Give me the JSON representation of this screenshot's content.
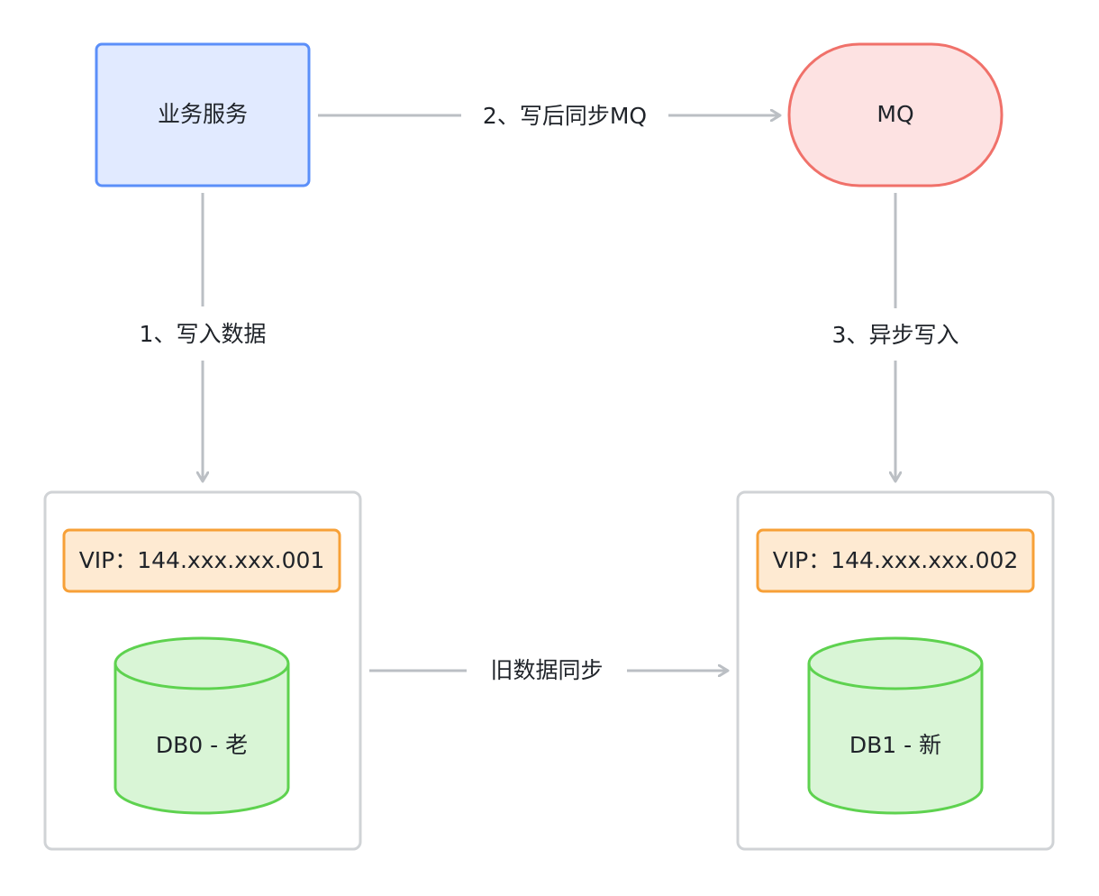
{
  "nodes": {
    "service": {
      "label": "业务服务",
      "fill": "#e1eaff",
      "stroke": "#5b8ff9"
    },
    "mq": {
      "label": "MQ",
      "fill": "#fde2e2",
      "stroke": "#f0716a"
    },
    "old_db_group": {
      "vip": "VIP：144.xxx.xxx.001",
      "db_label": "DB0 - 老"
    },
    "new_db_group": {
      "vip": "VIP：144.xxx.xxx.002",
      "db_label": "DB1 - 新"
    }
  },
  "edges": {
    "write_data": "1、写入数据",
    "sync_mq": "2、写后同步MQ",
    "async_write": "3、异步写入",
    "old_data_sync": "旧数据同步"
  },
  "colors": {
    "connector": "#bbbfc4",
    "group_border": "#d0d3d6",
    "vip_fill": "#feead2",
    "vip_stroke": "#f7a037",
    "db_fill": "#d9f5d6",
    "db_stroke": "#5ed24f",
    "text": "#1f2329"
  }
}
